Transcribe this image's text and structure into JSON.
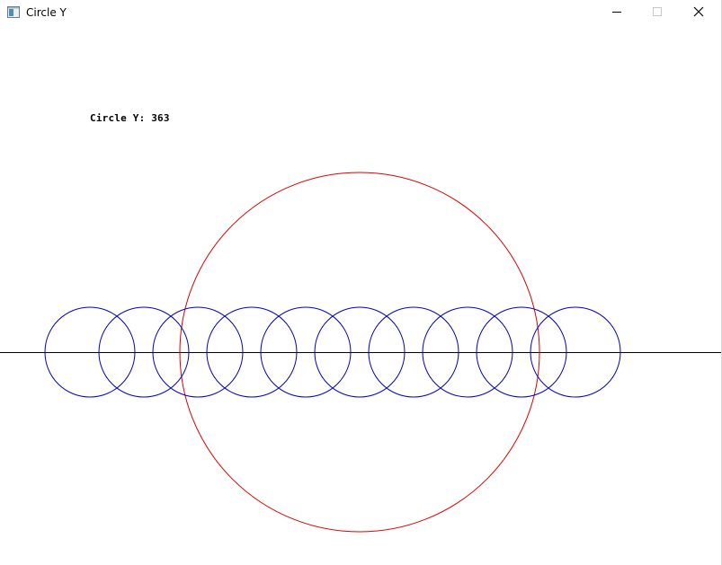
{
  "window": {
    "title": "Circle Y"
  },
  "icons": {
    "app": "app-window-icon",
    "minimize": "minimize-icon",
    "maximize": "maximize-icon",
    "close": "close-icon"
  },
  "readout": {
    "label": "Circle Y:",
    "value": "363",
    "text": "Circle Y: 363"
  },
  "colors": {
    "background": "#ffffff",
    "axis_line": "#000000",
    "big_circle": "#dd0000",
    "small_circles": "#0000cc",
    "maximize_disabled": "#c8c8c8"
  },
  "scene": {
    "small_circle_count": 10,
    "big_circle_count": 1,
    "horizontal_line_count": 1
  }
}
